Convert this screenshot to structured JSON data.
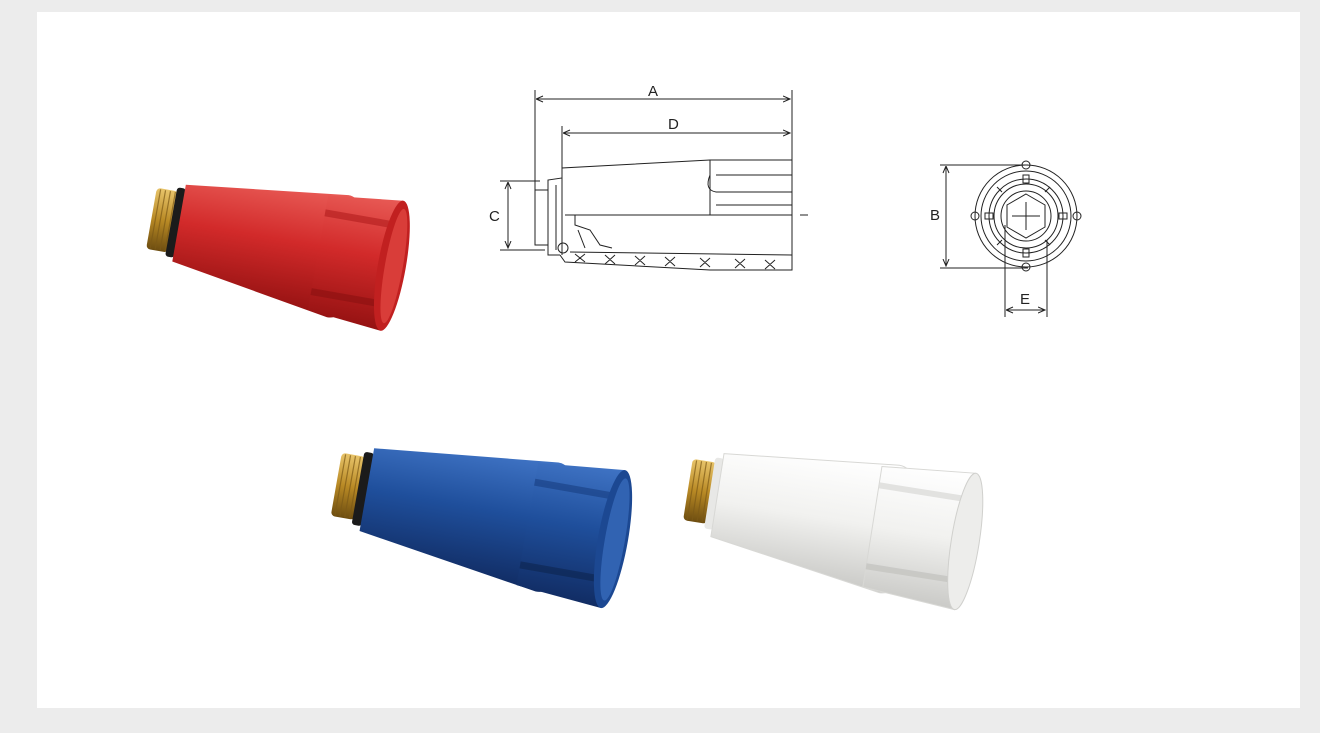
{
  "drawing": {
    "dimensions": {
      "a": "A",
      "b": "B",
      "c": "C",
      "d": "D",
      "e": "E"
    }
  },
  "products": [
    {
      "color_name": "red",
      "body_color": "#d22a2a",
      "shade_color": "#9c1414",
      "highlight_color": "#e85a55"
    },
    {
      "color_name": "blue",
      "body_color": "#1f4f9c",
      "shade_color": "#12306a",
      "highlight_color": "#3b6fc0"
    },
    {
      "color_name": "white",
      "body_color": "#f4f4f2",
      "shade_color": "#cfcfcc",
      "highlight_color": "#ffffff"
    }
  ],
  "thread_color": "#c4932a"
}
